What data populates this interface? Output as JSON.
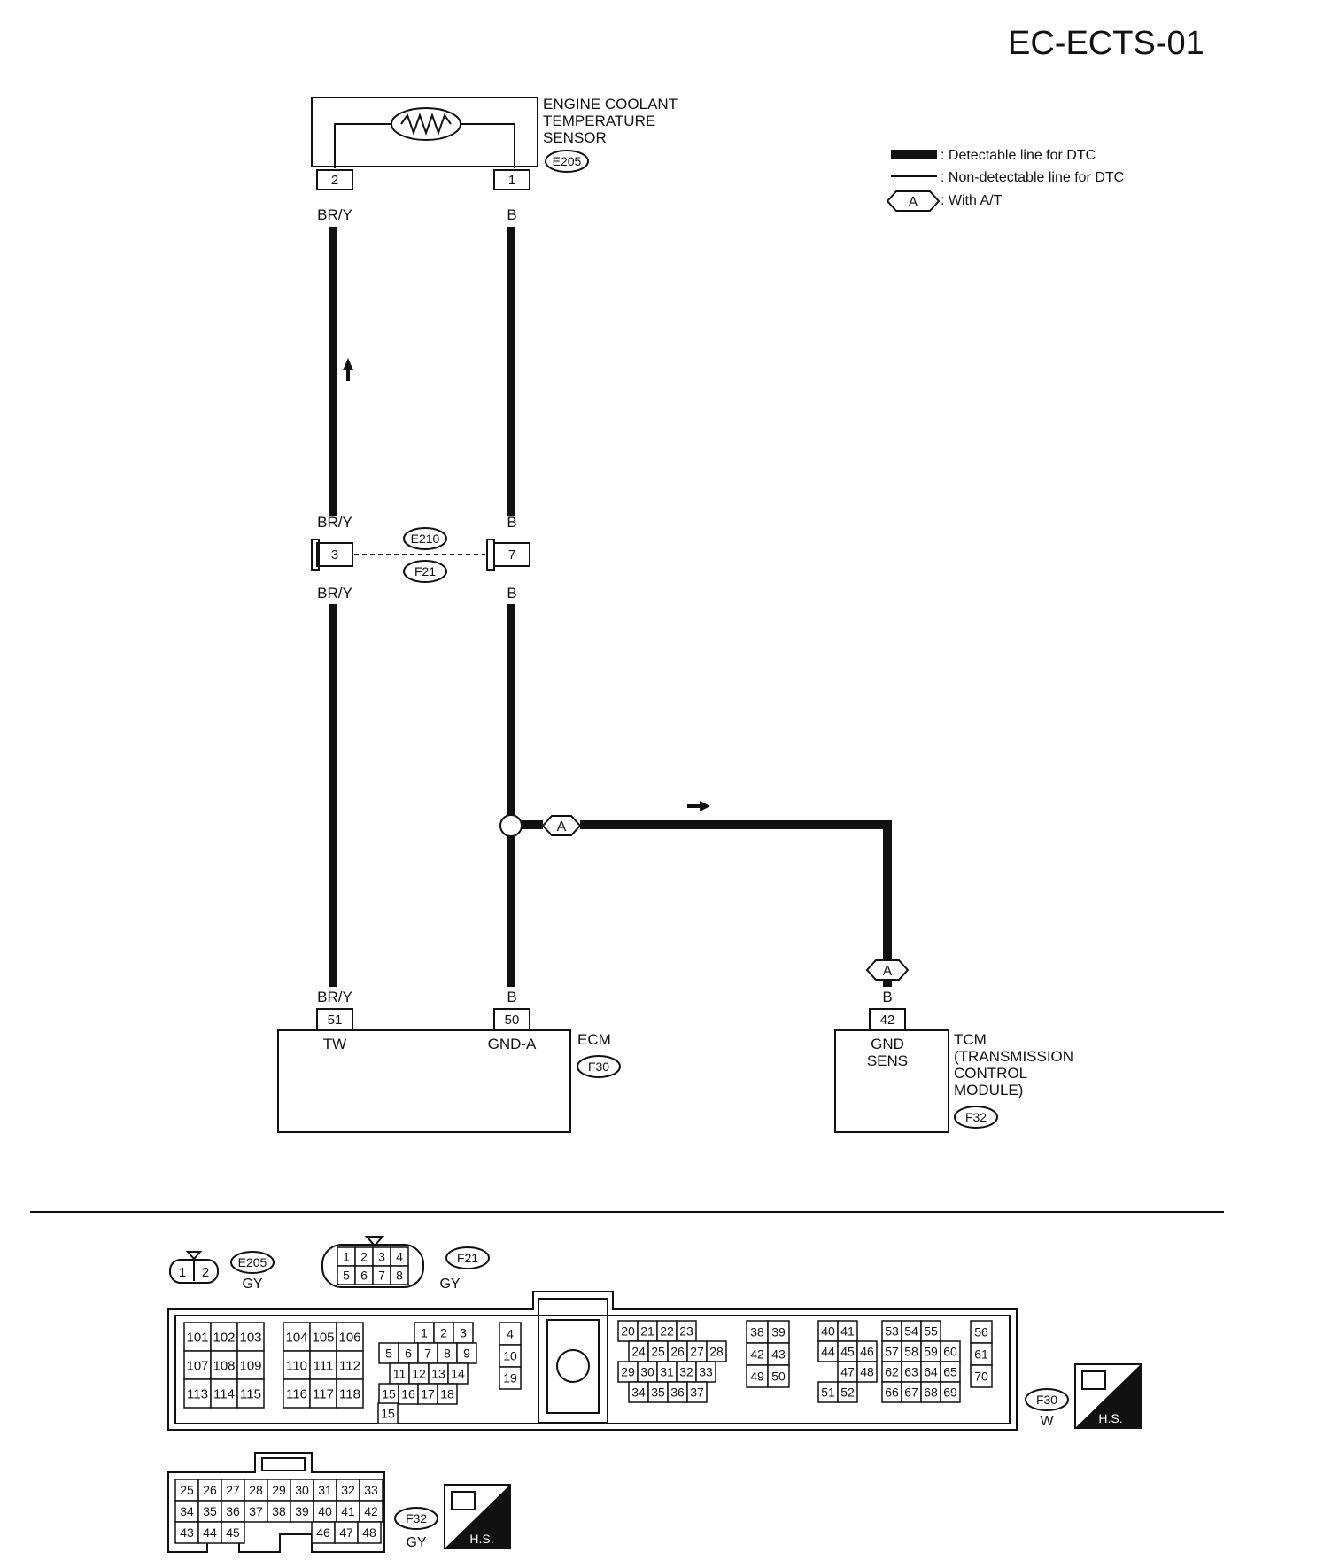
{
  "diagram_id": "EC-ECTS-01",
  "legend": {
    "detectable": ": Detectable line for DTC",
    "non_detectable": ": Non-detectable line for DTC",
    "with_at_symbol": "A",
    "with_at": ": With A/T"
  },
  "sensor": {
    "name_line1": "ENGINE COOLANT",
    "name_line2": "TEMPERATURE",
    "name_line3": "SENSOR",
    "connector": "E205",
    "pin_left": "2",
    "pin_right": "1"
  },
  "wires": {
    "left_color": "BR/Y",
    "right_color": "B"
  },
  "junction": {
    "pin_left": "3",
    "pin_right": "7",
    "connector_top": "E210",
    "connector_bottom": "F21"
  },
  "branch_symbol": "A",
  "ecm": {
    "name": "ECM",
    "connector": "F30",
    "pin_tw": "51",
    "pin_gnd": "50",
    "label_tw": "TW",
    "label_gnd": "GND-A"
  },
  "tcm": {
    "name_line1": "TCM",
    "name_line2": "(TRANSMISSION",
    "name_line3": "CONTROL",
    "name_line4": "MODULE)",
    "connector": "F32",
    "pin": "42",
    "pin_label_1": "GND",
    "pin_label_2": "SENS"
  },
  "connector_views": {
    "e205": {
      "id": "E205",
      "color": "GY",
      "pins": [
        "1",
        "2"
      ]
    },
    "f21": {
      "id": "F21",
      "color": "GY",
      "pins": [
        "1",
        "2",
        "3",
        "4",
        "5",
        "6",
        "7",
        "8"
      ]
    },
    "f30": {
      "id": "F30",
      "color": "W",
      "hs": "H.S.",
      "block1": [
        [
          "101",
          "102",
          "103"
        ],
        [
          "107",
          "108",
          "109"
        ],
        [
          "113",
          "114",
          "115"
        ]
      ],
      "block2": [
        [
          "104",
          "105",
          "106"
        ],
        [
          "110",
          "111",
          "112"
        ],
        [
          "116",
          "117",
          "118"
        ]
      ],
      "block3": [
        [
          "1",
          "2",
          "3"
        ],
        [
          "5",
          "6",
          "7",
          "8",
          "9"
        ],
        [
          "11",
          "12",
          "13",
          "14"
        ],
        [
          "15",
          "16",
          "17",
          "18"
        ]
      ],
      "block4": [
        "4",
        "10",
        "19"
      ],
      "block5": [
        [
          "20",
          "21",
          "22",
          "23"
        ],
        [
          "24",
          "25",
          "26",
          "27",
          "28"
        ],
        [
          "29",
          "30",
          "31",
          "32",
          "33"
        ],
        [
          "34",
          "35",
          "36",
          "37"
        ]
      ],
      "block6": [
        [
          "38",
          "39"
        ],
        [
          "42",
          "43"
        ],
        [
          "49",
          "50"
        ]
      ],
      "block7": [
        [
          "40",
          "41"
        ],
        [
          "44",
          "45",
          "46"
        ],
        [
          "47",
          "48"
        ],
        [
          "51",
          "52"
        ]
      ],
      "block8": [
        [
          "53",
          "54",
          "55"
        ],
        [
          "57",
          "58",
          "59",
          "60"
        ],
        [
          "62",
          "63",
          "64",
          "65"
        ],
        [
          "66",
          "67",
          "68",
          "69"
        ]
      ],
      "block9": [
        "56",
        "61",
        "70"
      ]
    },
    "f32": {
      "id": "F32",
      "color": "GY",
      "hs": "H.S.",
      "rows": [
        [
          "25",
          "26",
          "27",
          "28",
          "29",
          "30",
          "31",
          "32",
          "33"
        ],
        [
          "34",
          "35",
          "36",
          "37",
          "38",
          "39",
          "40",
          "41",
          "42"
        ],
        [
          "43",
          "44",
          "45",
          "46",
          "47",
          "48"
        ]
      ]
    }
  }
}
